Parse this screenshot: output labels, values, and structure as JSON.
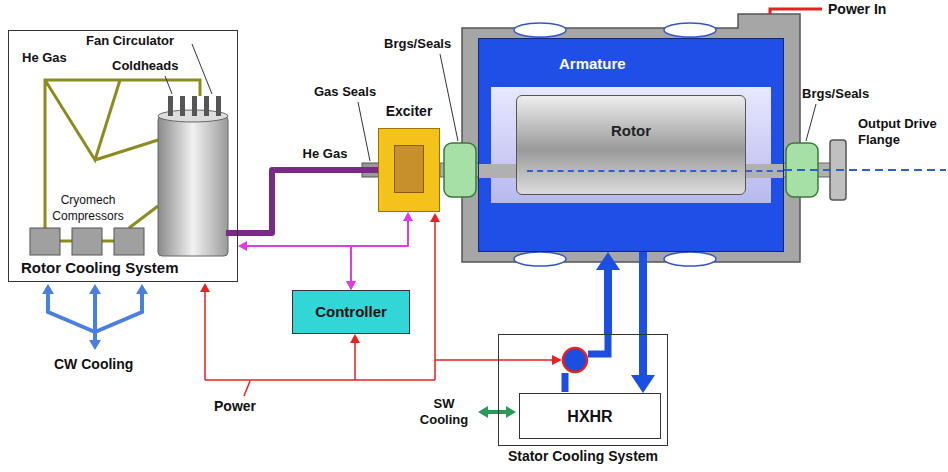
{
  "diagram": {
    "nodes": [
      {
        "text": [
          "Rotor Cooling System"
        ]
      },
      {
        "text": [
          "Controller"
        ]
      },
      {
        "text": [
          "Exciter"
        ]
      },
      {
        "text": [
          "Armature"
        ]
      },
      {
        "text": [
          "Rotor"
        ],
        "in": 3
      },
      {
        "text": [
          "Stator Cooling System"
        ]
      },
      {
        "text": [
          "HXHR"
        ],
        "in": 5
      }
    ],
    "edges": [
      {
        "from": 0,
        "to": 2,
        "arrow": "none",
        "label": "He Gas"
      },
      {
        "from": 1,
        "to": 0,
        "arrow": "both"
      },
      {
        "from": 1,
        "to": 2,
        "arrow": "both"
      },
      {
        "from": 5,
        "to": 3,
        "arrow": "to"
      },
      {
        "from": 3,
        "to": 6,
        "arrow": "to"
      }
    ],
    "labels": [
      "He Gas",
      "Fan Circulator",
      "Coldheads",
      "Cryomech Compressors",
      "CW Cooling",
      "Gas Seals",
      "Brgs/Seals",
      "Brgs/Seals",
      "Power In",
      "Output Drive Flange",
      "Power",
      "SW Cooling"
    ]
  }
}
